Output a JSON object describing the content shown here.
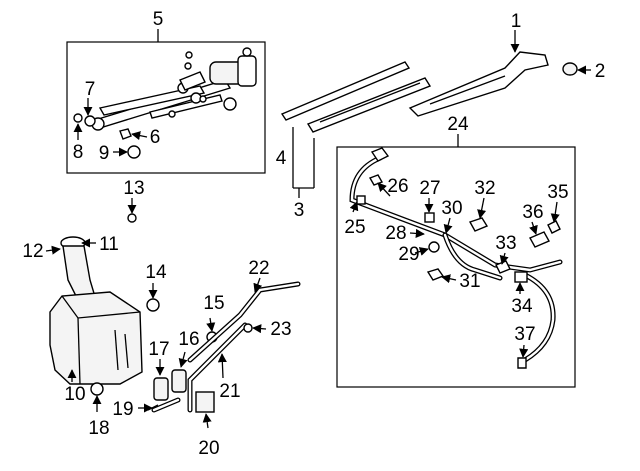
{
  "diagram": {
    "callouts": [
      {
        "id": "c1",
        "text": "1"
      },
      {
        "id": "c2",
        "text": "2"
      },
      {
        "id": "c3",
        "text": "3"
      },
      {
        "id": "c4",
        "text": "4"
      },
      {
        "id": "c5",
        "text": "5"
      },
      {
        "id": "c6",
        "text": "6"
      },
      {
        "id": "c7",
        "text": "7"
      },
      {
        "id": "c8",
        "text": "8"
      },
      {
        "id": "c9",
        "text": "9"
      },
      {
        "id": "c10",
        "text": "10"
      },
      {
        "id": "c11",
        "text": "11"
      },
      {
        "id": "c12",
        "text": "12"
      },
      {
        "id": "c13",
        "text": "13"
      },
      {
        "id": "c14",
        "text": "14"
      },
      {
        "id": "c15",
        "text": "15"
      },
      {
        "id": "c16",
        "text": "16"
      },
      {
        "id": "c17",
        "text": "17"
      },
      {
        "id": "c18",
        "text": "18"
      },
      {
        "id": "c19",
        "text": "19"
      },
      {
        "id": "c20",
        "text": "20"
      },
      {
        "id": "c21",
        "text": "21"
      },
      {
        "id": "c22",
        "text": "22"
      },
      {
        "id": "c23",
        "text": "23"
      },
      {
        "id": "c24",
        "text": "24"
      },
      {
        "id": "c25",
        "text": "25"
      },
      {
        "id": "c26",
        "text": "26"
      },
      {
        "id": "c27",
        "text": "27"
      },
      {
        "id": "c28",
        "text": "28"
      },
      {
        "id": "c29",
        "text": "29"
      },
      {
        "id": "c30",
        "text": "30"
      },
      {
        "id": "c31",
        "text": "31"
      },
      {
        "id": "c32",
        "text": "32"
      },
      {
        "id": "c33",
        "text": "33"
      },
      {
        "id": "c34",
        "text": "34"
      },
      {
        "id": "c35",
        "text": "35"
      },
      {
        "id": "c36",
        "text": "36"
      },
      {
        "id": "c37",
        "text": "37"
      }
    ]
  }
}
